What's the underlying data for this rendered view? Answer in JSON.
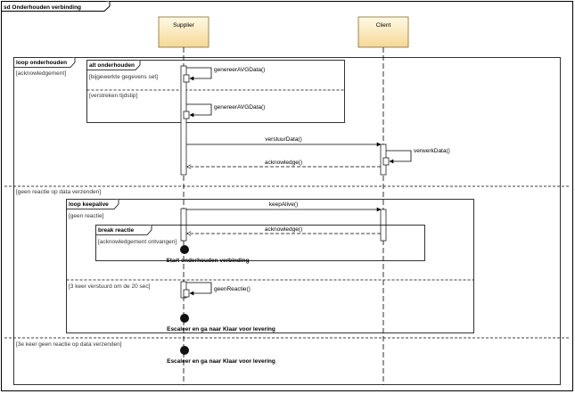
{
  "frame": {
    "title": "sd Onderhouden verbinding"
  },
  "lifelines": {
    "supplier": "Supplier",
    "client": "Client"
  },
  "fragments": {
    "loop1": {
      "label": "loop onderhouden",
      "guard1": "[acknowledgement]",
      "guard2": "[geen reactie op data verzenden]",
      "guard3": "[3e keer geen reactie op data verzenden]"
    },
    "alt": {
      "label": "alt onderhouden",
      "guard1": "[bijgewerkte gegevens set]",
      "guard2": "[verstreken tijdstip]"
    },
    "loop2": {
      "label": "loop keepalive",
      "guard1": "[geen reactie]",
      "guard2": "[3 keer verstuurd om de 20 sec]"
    },
    "brk": {
      "label": "break reactie",
      "guard1": "[acknowledgement ontvangen]"
    }
  },
  "messages": {
    "gen1": "genereerAVGData()",
    "gen2": "genereerAVGData()",
    "verstuur": "verstuurData()",
    "verwerk": "verwerkData()",
    "ack1": "acknowledge()",
    "keepalive": "keepAlive()",
    "ack2": "acknowledge()",
    "geenreactie": "geenReactie()"
  },
  "states": {
    "start": "Start onderhouden verbinding",
    "escaleer1": "Escaleer en ga naar Klaar voor levering",
    "escaleer2": "Escaleer en ga naar Klaar voor levering"
  }
}
